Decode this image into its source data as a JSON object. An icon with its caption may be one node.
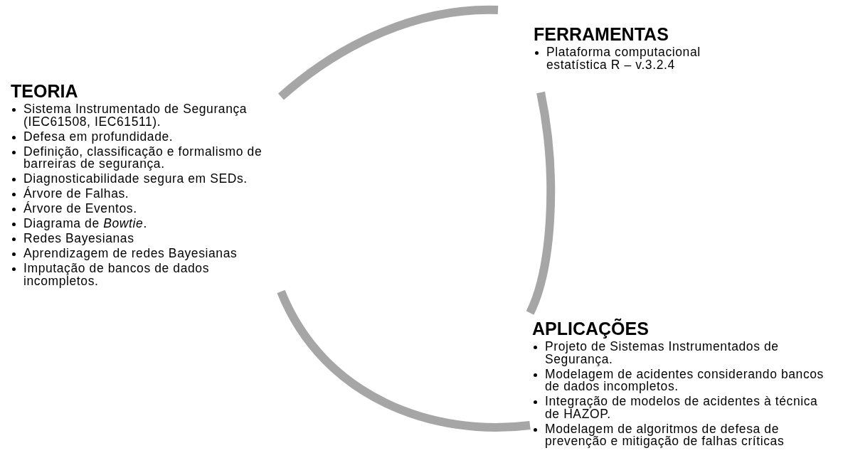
{
  "diagram": {
    "nodes": [
      {
        "text": [
          "TEORIA",
          "Sistema Instrumentado de Segurança (IEC61508, IEC61511).",
          "Defesa em profundidade.",
          "Definição, classificação e formalismo de barreiras de segurança.",
          "Diagnosticabilidade segura em SEDs.",
          "Árvore de Falhas.",
          "Árvore de Eventos.",
          "Diagrama de *Bowtie*.",
          "Redes Bayesianas",
          "Aprendizagem de redes Bayesianas",
          "Imputação de bancos de dados incompletos."
        ]
      },
      {
        "text": [
          "FERRAMENTAS",
          "Plataforma computacional estatística R – v.3.2.4"
        ]
      },
      {
        "text": [
          "APLICAÇÕES",
          "Projeto de Sistemas Instrumentados de Segurança.",
          "Modelagem de acidentes considerando bancos de dados incompletos.",
          "Integração de modelos de acidentes à técnica de HAZOP.",
          "Modelagem de algoritmos de defesa de prevenção e mitigação de falhas críticas"
        ]
      }
    ],
    "edges": [
      {
        "from": 0,
        "to": 1,
        "arrow": "none"
      },
      {
        "from": 1,
        "to": 2,
        "arrow": "none"
      },
      {
        "from": 2,
        "to": 0,
        "arrow": "none"
      }
    ]
  }
}
